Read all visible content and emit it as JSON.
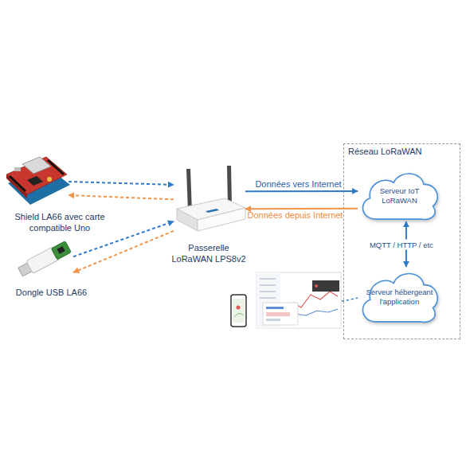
{
  "diagram": {
    "nodes": [
      {
        "text": [
          "Shield LA66 avec carte compatible Uno"
        ]
      },
      {
        "text": [
          "Dongle USB LA66"
        ]
      },
      {
        "text": [
          "Passerelle LoRaWAN LPS8v2"
        ]
      },
      {
        "text": [
          "Réseau LoRaWAN"
        ]
      },
      {
        "text": [
          "Serveur IoT LoRaWAN"
        ],
        "in": 3
      },
      {
        "text": [
          "Serveur hébergeant l'application"
        ],
        "in": 3
      }
    ],
    "edges": [
      {
        "from": 0,
        "to": 2,
        "arrow": "to"
      },
      {
        "from": 2,
        "to": 0,
        "arrow": "to"
      },
      {
        "from": 1,
        "to": 2,
        "arrow": "to"
      },
      {
        "from": 2,
        "to": 1,
        "arrow": "to"
      },
      {
        "from": 2,
        "to": 4,
        "label": "Données vers Internet",
        "arrow": "to"
      },
      {
        "from": 4,
        "to": 2,
        "label": "Données depuis Internet",
        "arrow": "to"
      },
      {
        "from": 4,
        "to": 5,
        "label": "MQTT / HTTP / etc",
        "arrow": "both"
      }
    ]
  }
}
